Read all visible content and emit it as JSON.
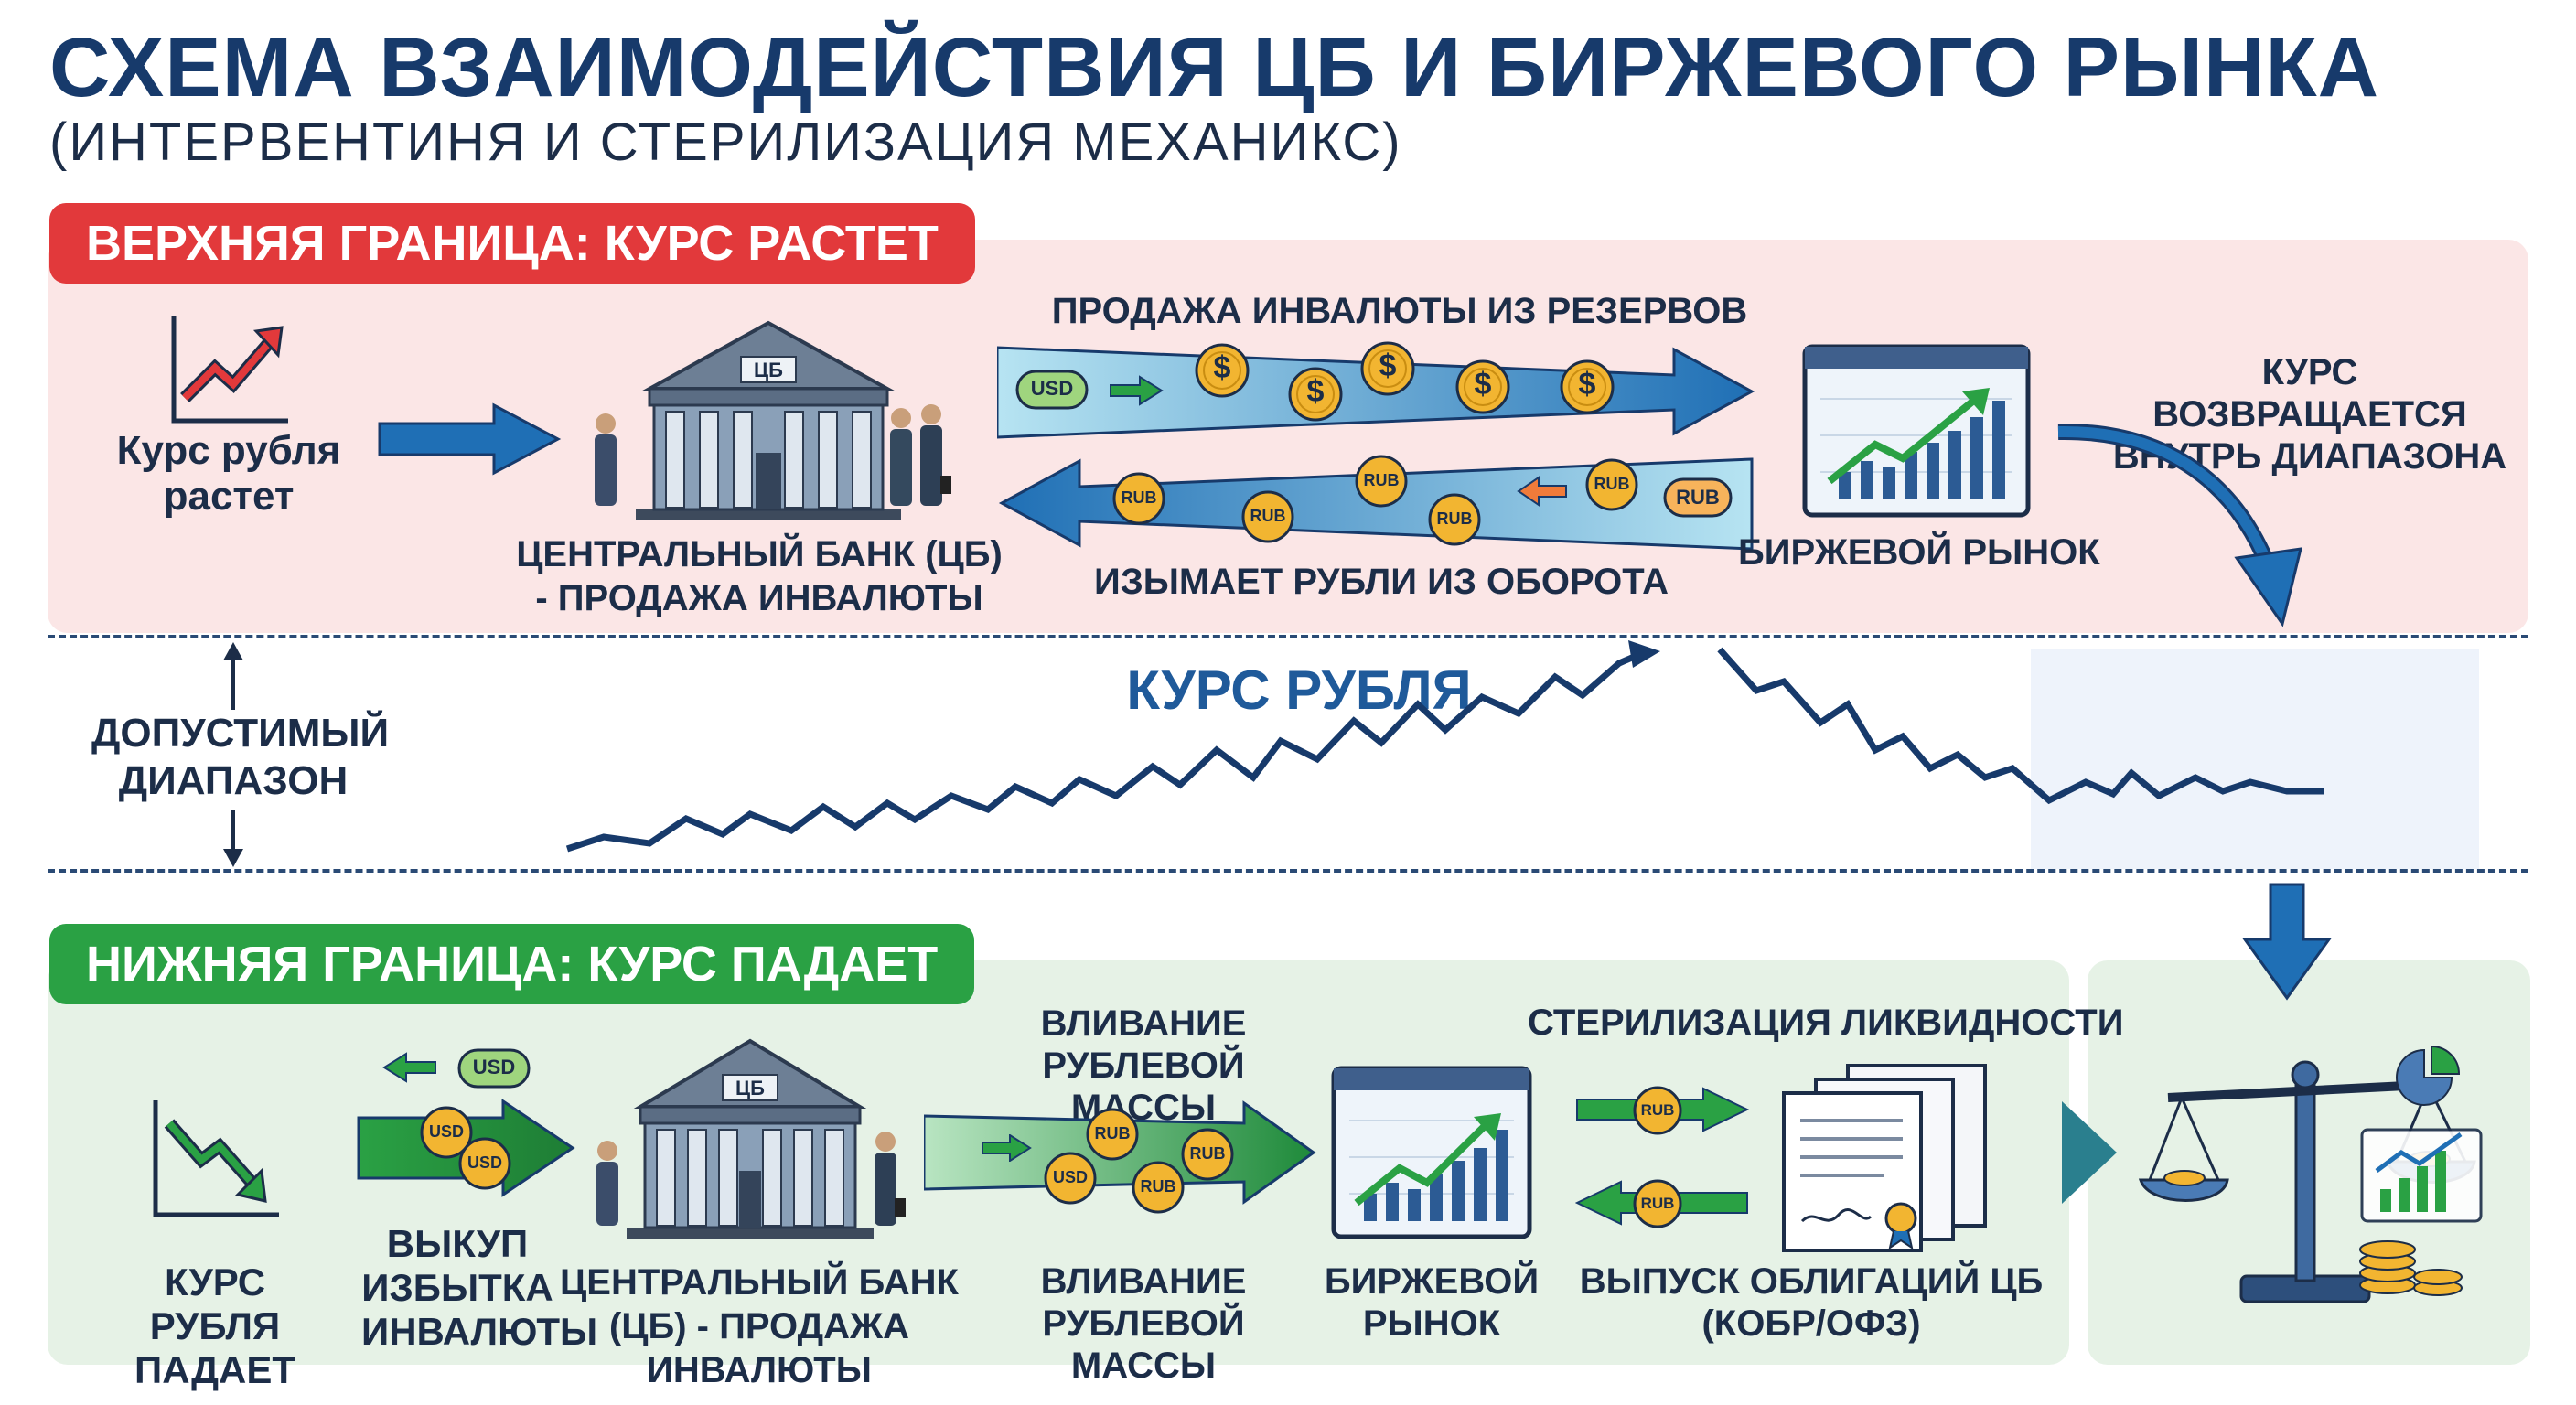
{
  "title": "СХЕМА ВЗАИМОДЕЙСТВИЯ ЦБ И БИРЖЕВОГО РЫНКА",
  "subtitle": "(ИНТЕРВЕНТИНЯ И СТЕРИЛИЗАЦИЯ МЕХАНИКС)",
  "upper": {
    "badge": "ВЕРХНЯЯ ГРАНИЦА: КУРС РАСТЕТ",
    "ruble_rising": "Курс рубля растет",
    "cb_label": "ЦЕНТРАЛЬНЫЙ БАНК (ЦБ) - ПРОДАЖА ИНВАЛЮТЫ",
    "cb_sign": "ЦБ",
    "sell_fx": "ПРОДАЖА ИНВАЛЮТЫ ИЗ РЕЗЕРВОВ",
    "withdraw_rub": "ИЗЫМАЕТ РУБЛИ ИЗ ОБОРОТА",
    "exchange": "БИРЖЕВОЙ РЫНОК",
    "returns": "КУРС ВОЗВРАЩАЕТСЯ ВНУТРЬ ДИАПАЗОНА"
  },
  "middle": {
    "range": "ДОПУСТИМЫЙ ДИАПАЗОН",
    "rate": "КУРС РУБЛЯ"
  },
  "lower": {
    "badge": "НИЖНЯЯ ГРАНИЦА: КУРС ПАДАЕТ",
    "ruble_falling": "КУРС РУБЛЯ ПАДАЕТ",
    "buyback": "ВЫКУП ИЗБЫТКА ИНВАЛЮТЫ",
    "cb_label": "ЦЕНТРАЛЬНЫЙ БАНК (ЦБ) - ПРОДАЖА ИНВАЛЮТЫ",
    "cb_sign": "ЦБ",
    "inflow_top": "ВЛИВАНИЕ РУБЛЕВОЙ МАССЫ",
    "inflow_bottom": "ВЛИВАНИЕ РУБЛЕВОЙ МАССЫ",
    "exchange": "БИРЖЕВОЙ РЫНОК",
    "sterilization": "СТЕРИЛИЗАЦИЯ ЛИКВИДНОСТИ",
    "bonds": "ВЫПУСК ОБЛИГАЦИЙ ЦБ (КОБР/ОФЗ)"
  },
  "coins": {
    "usd": "USD",
    "rub": "RUB",
    "dollar": "$"
  },
  "colors": {
    "navy": "#173a6b",
    "red": "#e2393b",
    "green": "#2aa144",
    "blue": "#1f6fb5"
  }
}
